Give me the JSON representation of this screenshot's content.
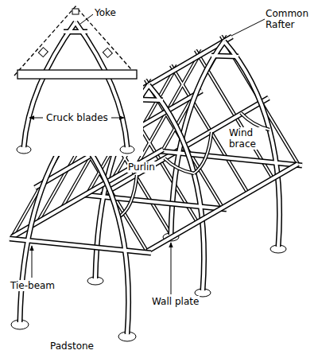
{
  "diagram": {
    "labels": [
      "Yoke",
      "Cruck blades",
      "Common Rafter",
      "Wind brace",
      "Purlin",
      "Tie-beam",
      "Wall plate",
      "Padstone"
    ]
  }
}
